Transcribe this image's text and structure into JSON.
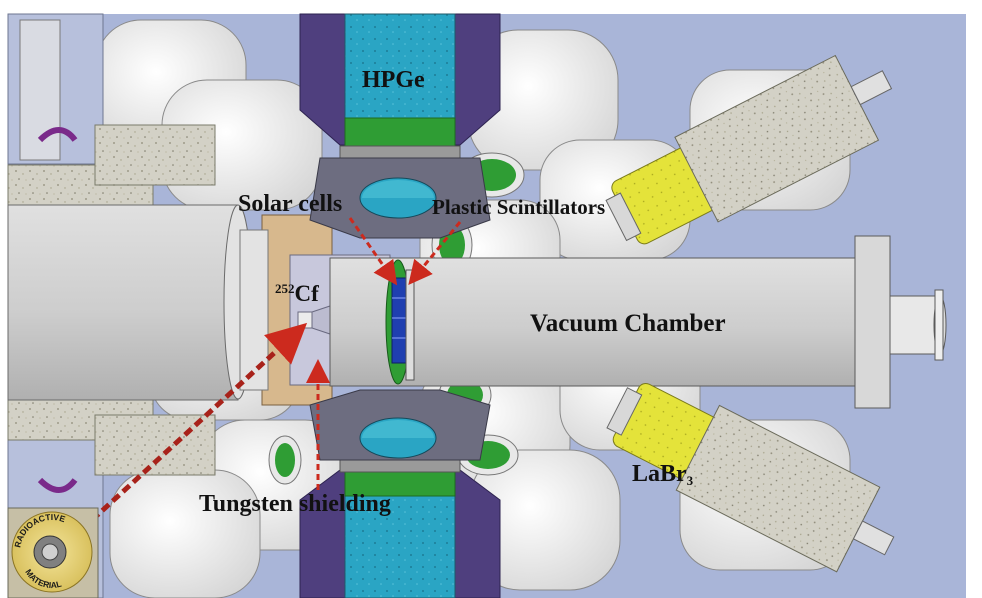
{
  "labels": {
    "hpge": "HPGe",
    "solar_cells": "Solar cells",
    "plastic_scintillators": "Plastic Scintillators",
    "cf_sup": "252",
    "cf_main": "Cf",
    "vacuum_chamber": "Vacuum Chamber",
    "labr_main": "LaBr",
    "labr_sub": "3",
    "tungsten_shielding": "Tungsten shielding"
  },
  "radiation_seal": {
    "top_text": "RADIOACTIVE",
    "bottom_text": "MATERIAL"
  },
  "colors": {
    "background": "#a9b5d8",
    "chamber": "#cfcfcf",
    "arrow": "#cc2a1e",
    "hpge_crystal": "#2aa5c4",
    "hpge_casing": "#4f3f7e",
    "labr_crystal": "#e4e33a",
    "shield_concrete": "#d3d1c6",
    "tungsten": "#c8c8dc",
    "copper_block": "#d7b88d",
    "green_ring": "#2f9d34",
    "solar_cell": "#1f3fb0"
  }
}
